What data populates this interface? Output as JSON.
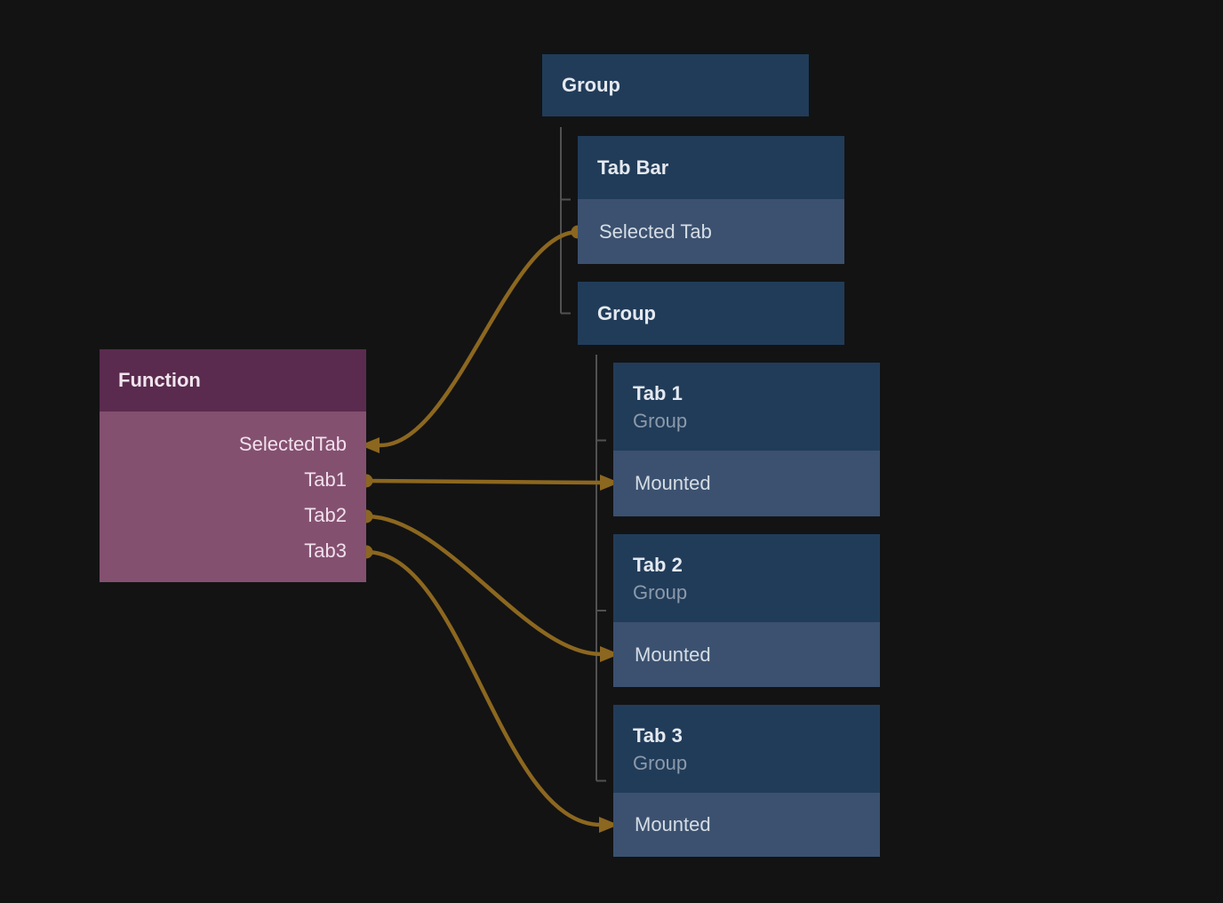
{
  "colors": {
    "background": "#131314",
    "node_header_blue": "#213C59",
    "node_row_blue": "#3B516F",
    "function_header": "#5A2B4E",
    "function_body": "#845070",
    "wire": "#8C671F",
    "tree_line": "#515151",
    "title_text": "#E4E9F0",
    "row_text": "#D6DDE6",
    "subtitle_text": "#8C9AAA",
    "function_title_text": "#F1E5ED",
    "port_text": "#F0E1EB"
  },
  "nodes": {
    "group_top": {
      "title": "Group"
    },
    "tab_bar": {
      "title": "Tab Bar",
      "rows": [
        {
          "label": "Selected Tab"
        }
      ]
    },
    "group_inner": {
      "title": "Group"
    },
    "tab_1": {
      "title": "Tab 1",
      "subtitle": "Group",
      "rows": [
        {
          "label": "Mounted"
        }
      ]
    },
    "tab_2": {
      "title": "Tab 2",
      "subtitle": "Group",
      "rows": [
        {
          "label": "Mounted"
        }
      ]
    },
    "tab_3": {
      "title": "Tab 3",
      "subtitle": "Group",
      "rows": [
        {
          "label": "Mounted"
        }
      ]
    },
    "function": {
      "title": "Function",
      "ports": [
        {
          "label": "SelectedTab",
          "direction": "input"
        },
        {
          "label": "Tab1",
          "direction": "output"
        },
        {
          "label": "Tab2",
          "direction": "output"
        },
        {
          "label": "Tab3",
          "direction": "output"
        }
      ]
    }
  },
  "tree": {
    "children_of_group_top": [
      "Tab Bar",
      "Group"
    ],
    "children_of_group_inner": [
      "Tab 1",
      "Tab 2",
      "Tab 3"
    ]
  },
  "connections": [
    {
      "from": "Tab Bar / Selected Tab",
      "to": "Function / SelectedTab"
    },
    {
      "from": "Function / Tab1",
      "to": "Tab 1 / Mounted"
    },
    {
      "from": "Function / Tab2",
      "to": "Tab 2 / Mounted"
    },
    {
      "from": "Function / Tab3",
      "to": "Tab 3 / Mounted"
    }
  ]
}
